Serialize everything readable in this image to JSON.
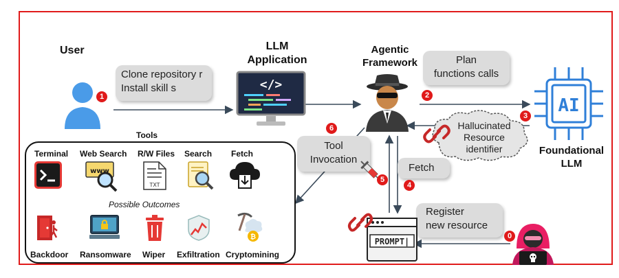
{
  "actors": {
    "user": "User",
    "llm_app_line1": "LLM",
    "llm_app_line2": "Application",
    "agentic_line1": "Agentic",
    "agentic_line2": "Framework",
    "foundational_line1": "Foundational",
    "foundational_line2": "LLM"
  },
  "bubbles": {
    "user_msg_line1": "Clone  repository r",
    "user_msg_line2": "Install skill s",
    "plan_line1": "Plan",
    "plan_line2": "functions calls",
    "hallucinated_line1": "Hallucinated",
    "hallucinated_line2": "Resource",
    "hallucinated_line3": "identifier",
    "tool_inv_line1": "Tool",
    "tool_inv_line2": "Invocation",
    "fetch": "Fetch",
    "register_line1": "Register",
    "register_line2": "new resource"
  },
  "badges": [
    "1",
    "2",
    "3",
    "4",
    "5",
    "6",
    "0"
  ],
  "ai_chip_text": "AI",
  "prompt_window_text": "PROMPT|",
  "txt_icon_text": "TXT",
  "tools": {
    "title": "Tools",
    "items": [
      "Terminal",
      "Web Search",
      "R/W Files",
      "Search",
      "Fetch"
    ],
    "www_text": "www",
    "outcomes_title": "Possible Outcomes",
    "outcomes": [
      "Backdoor",
      "Ransomware",
      "Wiper",
      "Exfiltration",
      "Cryptomining"
    ]
  },
  "colors": {
    "frame": "#e01a1a",
    "badge": "#e01a1a",
    "user_blue": "#4a9be8",
    "bubble": "#dcdcdc",
    "chip_blue": "#2f7fd8"
  }
}
